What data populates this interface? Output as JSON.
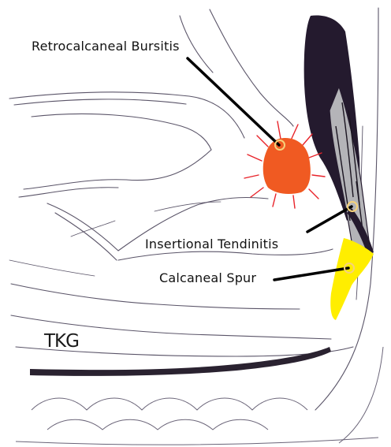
{
  "labels": {
    "bursitis": "Retrocalcaneal Bursitis",
    "tendinitis": "Insertional Tendinitis",
    "spur": "Calcaneal Spur",
    "initials": "TKG"
  },
  "colors": {
    "bursa_fill": "#f05a22",
    "bursa_rays": "#e8232a",
    "spur_fill": "#ffee00",
    "tendon_dark": "#241a2e",
    "tendon_gray": "#b4b4b8",
    "ink": "#3a3450",
    "leader": "#000000",
    "highlight_ring": "#f6d27a"
  }
}
